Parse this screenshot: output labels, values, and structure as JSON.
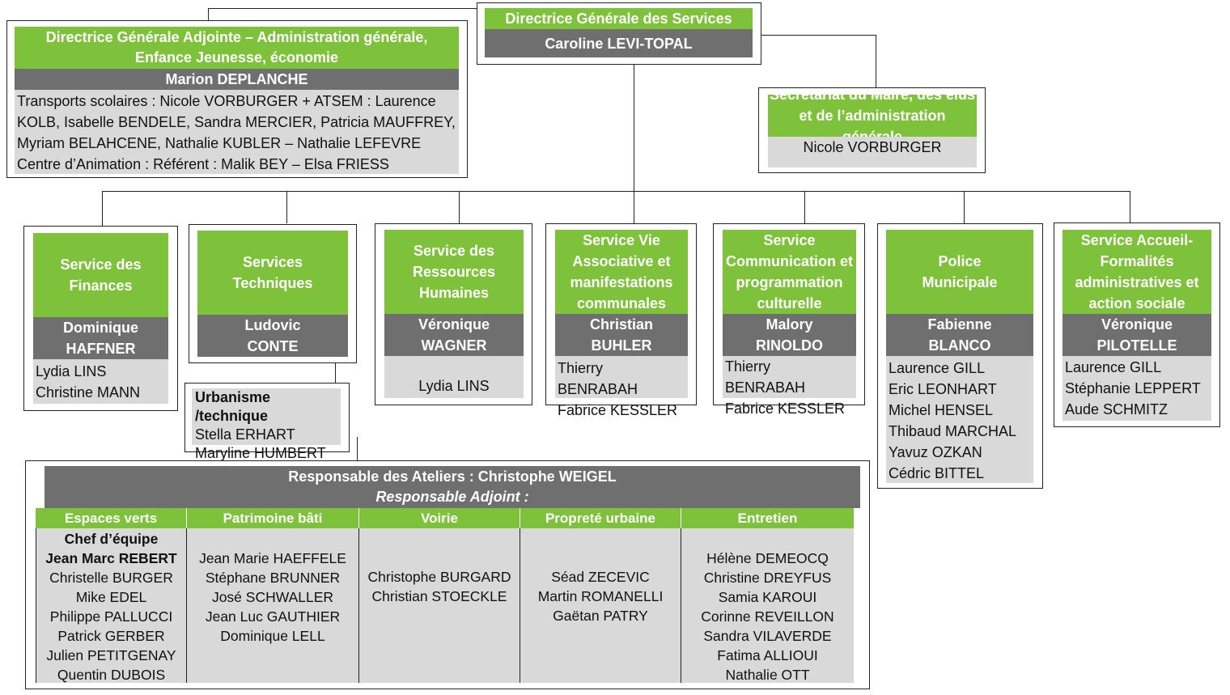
{
  "dgs": {
    "title": "Directrice Générale des Services",
    "name": "Caroline LEVI-TOPAL"
  },
  "dga": {
    "title_lines": [
      "Directrice Générale Adjointe – Administration générale,",
      "Enfance Jeunesse, économie"
    ],
    "name": "Marion DEPLANCHE",
    "details": [
      "Transports scolaires : Nicole VORBURGER + ATSEM : Laurence",
      "KOLB, Isabelle BENDELE, Sandra MERCIER, Patricia MAUFFREY,",
      "Myriam BELAHCENE, Nathalie KUBLER – Nathalie LEFEVRE",
      "Centre d’Animation : Référent : Malik BEY – Elsa FRIESS"
    ]
  },
  "secretariat": {
    "title_lines": [
      "Secrétariat du Maire, des élus",
      "et de l’administration générale"
    ],
    "name": "Nicole VORBURGER"
  },
  "services": [
    {
      "title_lines": [
        "Service des",
        "Finances"
      ],
      "head_lines": [
        "Dominique",
        "HAFFNER"
      ],
      "staff": [
        "Lydia LINS",
        "Christine MANN"
      ]
    },
    {
      "title_lines": [
        "Services",
        "Techniques"
      ],
      "head_lines": [
        "Ludovic",
        "CONTE"
      ],
      "staff": []
    },
    {
      "title_lines": [
        "Service des",
        "Ressources",
        "Humaines"
      ],
      "head_lines": [
        "Véronique",
        "WAGNER"
      ],
      "staff": [
        "Lydia LINS"
      ]
    },
    {
      "title_lines": [
        "Service Vie",
        "Associative et",
        "manifestations",
        "communales"
      ],
      "head_lines": [
        "Christian",
        "BUHLER"
      ],
      "staff": [
        "Thierry BENRABAH",
        "Fabrice KESSLER"
      ]
    },
    {
      "title_lines": [
        "Service",
        "Communication et",
        "programmation",
        "culturelle"
      ],
      "head_lines": [
        "Malory",
        "RINOLDO"
      ],
      "staff": [
        "Thierry BENRABAH",
        "Fabrice KESSLER"
      ]
    },
    {
      "title_lines": [
        "Police",
        "Municipale"
      ],
      "head_lines": [
        "Fabienne",
        "BLANCO"
      ],
      "staff": [
        "Laurence GILL",
        "Eric LEONHART",
        "Michel HENSEL",
        "Thibaud MARCHAL",
        "Yavuz OZKAN",
        "Cédric BITTEL"
      ]
    },
    {
      "title_lines": [
        "Service Accueil-",
        "Formalités",
        "administratives et",
        "action sociale"
      ],
      "head_lines": [
        "Véronique",
        "PILOTELLE"
      ],
      "staff": [
        "Laurence GILL",
        "Stéphanie LEPPERT",
        "Aude SCHMITZ"
      ]
    }
  ],
  "urbanisme": {
    "title": "Urbanisme /technique",
    "staff": [
      "Stella ERHART",
      "Maryline HUMBERT"
    ]
  },
  "ateliers": {
    "title": "Responsable des Ateliers : Christophe WEIGEL",
    "subtitle": "Responsable Adjoint :",
    "columns": [
      {
        "name": "Espaces verts",
        "lead_lines": [
          "Chef d’équipe",
          "Jean Marc REBERT"
        ],
        "members": [
          "Christelle BURGER",
          "Mike EDEL",
          "Philippe PALLUCCI",
          "Patrick GERBER",
          "Julien PETITGENAY",
          "Quentin DUBOIS"
        ]
      },
      {
        "name": "Patrimoine bâti",
        "lead_lines": [],
        "members": [
          "Jean Marie HAEFFELE",
          "Stéphane BRUNNER",
          "José SCHWALLER",
          "Jean Luc GAUTHIER",
          "Dominique LELL"
        ]
      },
      {
        "name": "Voirie",
        "lead_lines": [],
        "members": [
          "Christophe BURGARD",
          "Christian STOECKLE"
        ]
      },
      {
        "name": "Propreté urbaine",
        "lead_lines": [],
        "members": [
          "Séad ZECEVIC",
          "Martin ROMANELLI",
          "Gaëtan PATRY"
        ]
      },
      {
        "name": "Entretien",
        "lead_lines": [],
        "members": [
          "Hélène DEMEOCQ",
          "Christine DREYFUS",
          "Samia KAROUI",
          "Corinne REVEILLON",
          "Sandra VILAVERDE",
          "Fatima ALLIOUI",
          "Nathalie OTT"
        ]
      }
    ]
  },
  "colors": {
    "green": "#7ec13a",
    "dark_grey": "#706f6f",
    "light_grey": "#d9d9d9"
  }
}
